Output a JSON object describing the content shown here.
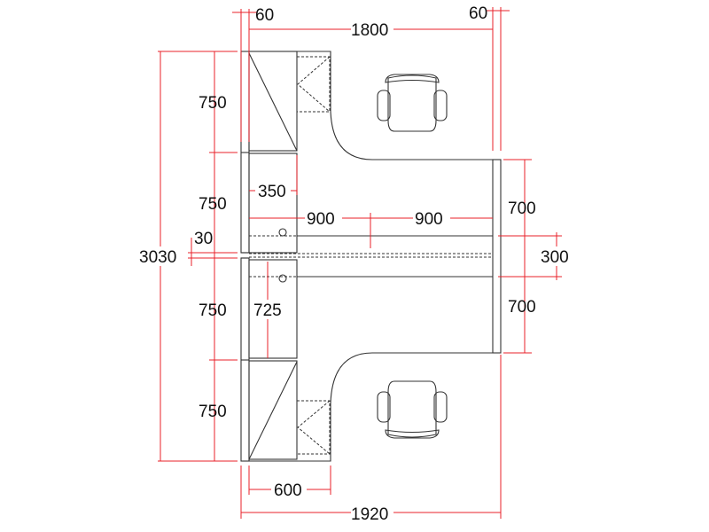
{
  "colors": {
    "outline": "#333333",
    "dimension": "#e8212a",
    "background": "#ffffff"
  },
  "dimensions": {
    "panel_top_left": "60",
    "panel_top_right": "60",
    "desk_width": "1800",
    "total_width": "1920",
    "return_width": "600",
    "cabinet_depth": "350",
    "half_left": "900",
    "half_right": "900",
    "total_height": "3030",
    "divider": "30",
    "section_1": "750",
    "section_2": "750",
    "section_3": "750",
    "section_4": "750",
    "cabinet_height": "725",
    "depth_top": "700",
    "gap": "300",
    "depth_bottom": "700"
  }
}
